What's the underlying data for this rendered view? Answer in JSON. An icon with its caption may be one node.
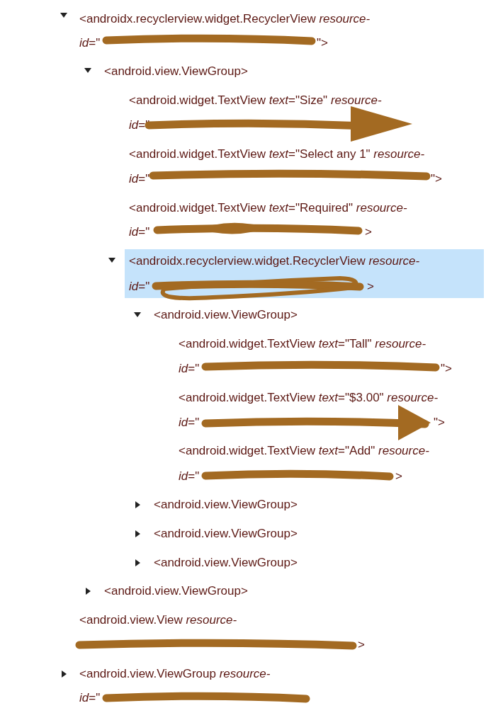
{
  "diagram": {
    "labels": [
      "<androidx.recyclerview.widget.RecyclerView *resource-*",
      "*id*=\"",
      "\">",
      "<android.view.ViewGroup>",
      "<android.widget.TextView *text*=\"Size\" *resource-*",
      "*id*=\"",
      "<android.widget.TextView *text*=\"Select any 1\" *resource-*",
      "*id*=\"",
      "\">",
      "<android.widget.TextView *text*=\"Required\" *resource-*",
      "*id*=\"",
      ">",
      "<androidx.recyclerview.widget.RecyclerView *resource-*",
      "*id*=\"",
      ">",
      "<android.view.ViewGroup>",
      "<android.widget.TextView *text*=\"Tall\" *resource-*",
      "*id*=\"",
      "\">",
      "<android.widget.TextView *text*=\"$3.00\" *resource-*",
      "*id*=\"",
      "\">",
      "<android.widget.TextView *text*=\"Add\" *resource-*",
      "*id*=\"",
      ">",
      "<android.view.ViewGroup>",
      "<android.view.ViewGroup>",
      "<android.view.ViewGroup>",
      "<android.view.ViewGroup>",
      "<android.view.View *resource-*",
      ">",
      "<android.view.ViewGroup *resource-*",
      "*id*=\""
    ]
  }
}
